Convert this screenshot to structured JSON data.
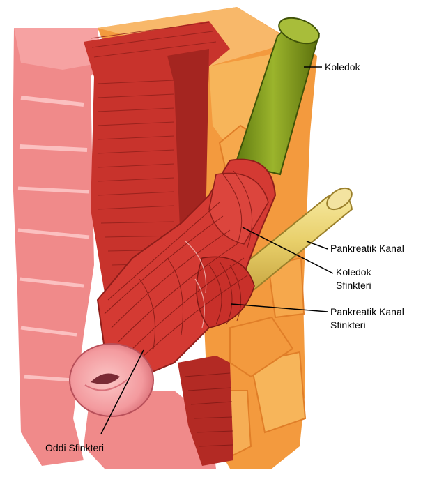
{
  "labels": {
    "koledok": "Koledok",
    "pankreatik_kanal": "Pankreatik Kanal",
    "koledok_sfinkteri_1": "Koledok",
    "koledok_sfinkteri_2": "Sfinkteri",
    "pankreatik_sfinkteri_1": "Pankreatik Kanal",
    "pankreatik_sfinkteri_2": "Sfinkteri",
    "oddi_sfinkteri": "Oddi Sfinkteri"
  },
  "colors": {
    "duodenal_wall": "#f08a8a",
    "muscle": "#c8332c",
    "muscle_dark": "#8e1e1a",
    "pancreas": "#f5a040",
    "pancreas_light": "#f7bf63",
    "bile_duct": "#7f9a1e",
    "pancreatic_duct": "#e8cf6a",
    "papilla": "#f8a4a8"
  }
}
